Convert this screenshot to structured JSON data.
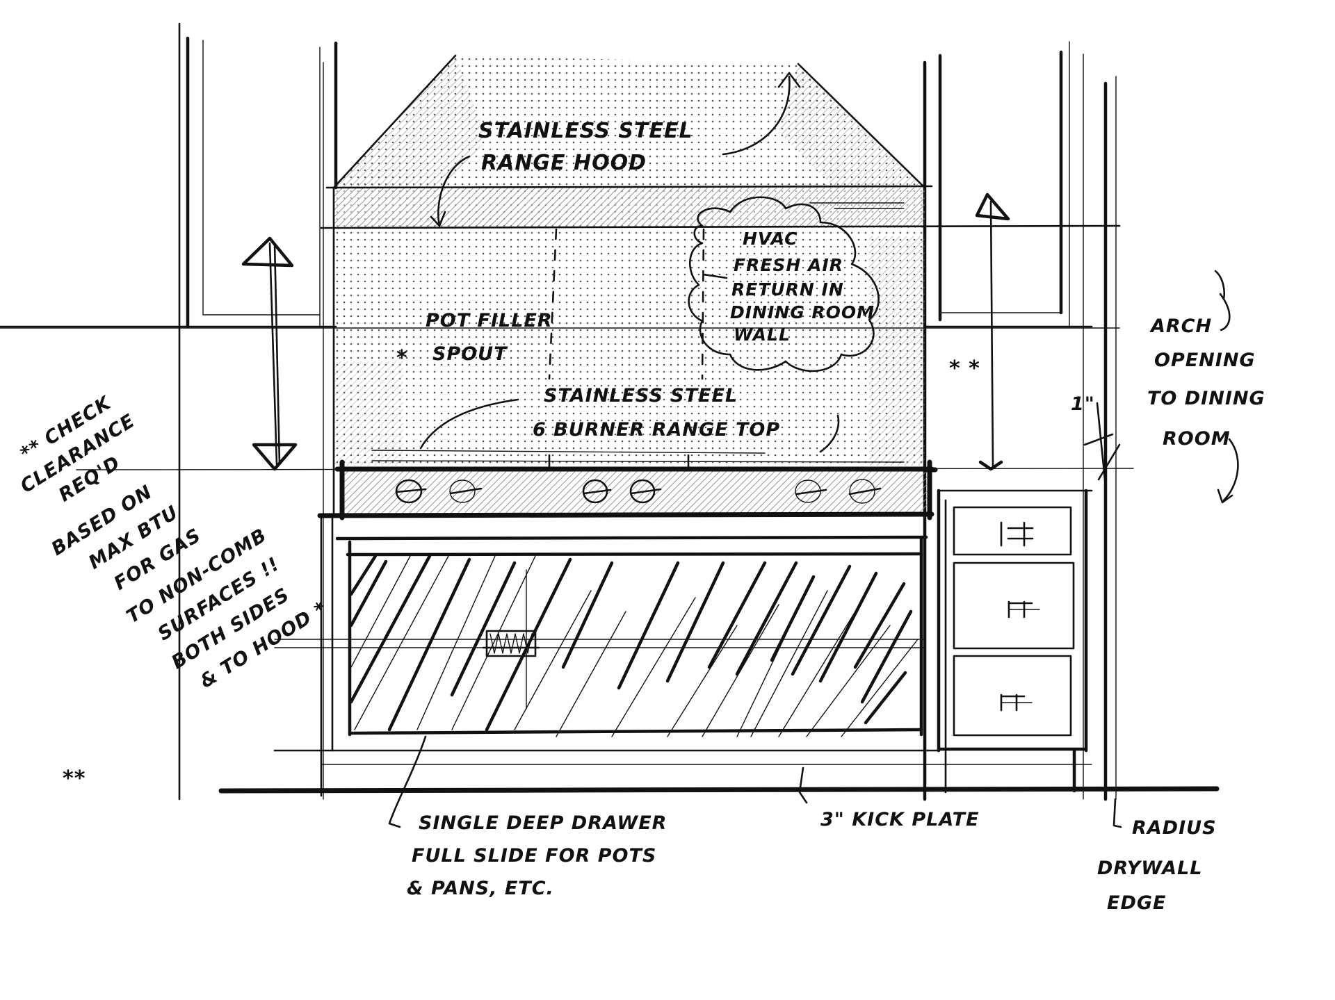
{
  "drawing": {
    "type": "kitchen range wall elevation sketch",
    "background": "#ffffff",
    "ink_color": "#111111",
    "shading_color": "#9a9a9a"
  },
  "labels": {
    "hood_line1": "STAINLESS STEEL",
    "hood_line2": "RANGE HOOD",
    "hvac_line1": "HVAC",
    "hvac_line2": "FRESH AIR",
    "hvac_line3": "RETURN IN",
    "hvac_line4": "DINING ROOM",
    "hvac_line5": "WALL",
    "pot_filler_line1": "POT FILLER",
    "pot_filler_line2": "SPOUT",
    "pot_filler_marker": "*",
    "rangetop_line1": "STAINLESS STEEL",
    "rangetop_line2": "6 BURNER RANGE TOP",
    "clearance_lines": [
      "** CHECK",
      "CLEARANCE",
      "REQ'D",
      "BASED ON",
      "MAX BTU",
      "FOR GAS",
      "TO NON-COMB",
      "SURFACES !!",
      "BOTH SIDES",
      "& TO HOOD *"
    ],
    "clearance_markers": [
      "**",
      "**"
    ],
    "right_markers": "* *",
    "arch_line1": "ARCH",
    "arch_line2": "OPENING",
    "arch_line3": "TO DINING",
    "arch_line4": "ROOM",
    "dimension_1in": "1\"",
    "drawer_line1": "SINGLE DEEP DRAWER",
    "drawer_line2": "FULL SLIDE FOR POTS",
    "drawer_line3": "& PANS, ETC.",
    "kick_plate": "3\" KICK PLATE",
    "radius_line1": "RADIUS",
    "radius_line2": "DRYWALL",
    "radius_line3": "EDGE"
  },
  "elements": {
    "range_knobs": 6,
    "side_cabinet_drawers": 3,
    "upper_cabinets": 2,
    "dimension_arrows": 2
  }
}
